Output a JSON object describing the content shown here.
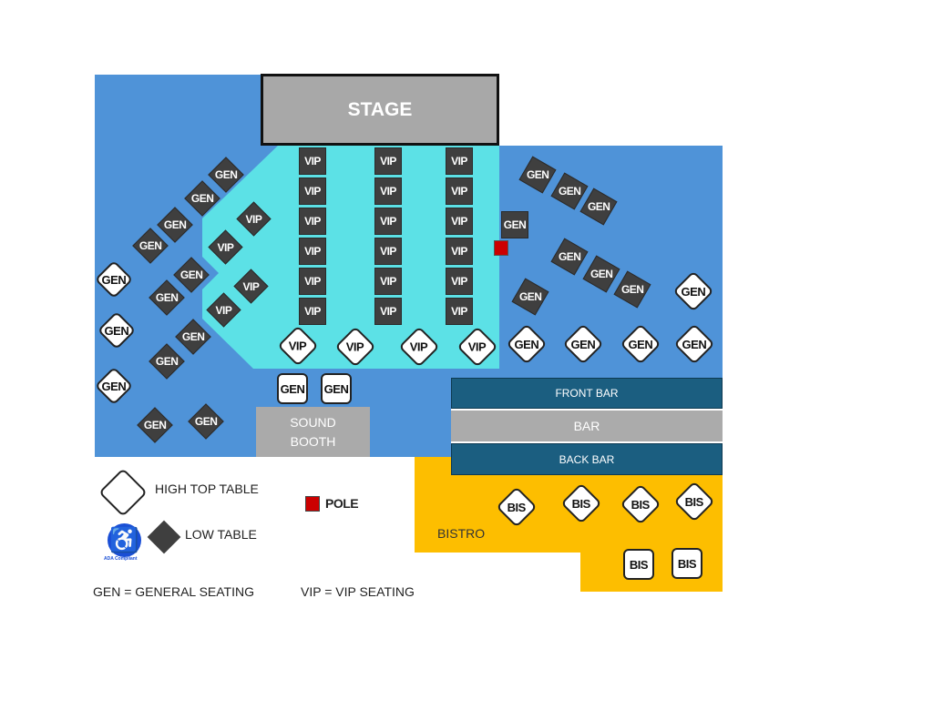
{
  "colors": {
    "floor": "#4f93d8",
    "vip_area": "#5ce1e6",
    "stage": "#a8a8a8",
    "bar_dark": "#1b5e80",
    "bar_gray": "#ababab",
    "bistro": "#fdbe00",
    "pole": "#cc0000",
    "low_table": "#3f3f3f",
    "ada": "#1a4fd6"
  },
  "areas": {
    "stage": "STAGE",
    "sound_booth": "SOUND BOOTH",
    "front_bar": "FRONT BAR",
    "bar": "BAR",
    "back_bar": "BACK BAR",
    "bistro": "BISTRO"
  },
  "tables": [
    {
      "label": "VIP",
      "type": "low"
    },
    {
      "label": "VIP",
      "type": "low"
    },
    {
      "label": "VIP",
      "type": "low"
    },
    {
      "label": "VIP",
      "type": "low"
    },
    {
      "label": "VIP",
      "type": "low"
    },
    {
      "label": "VIP",
      "type": "low"
    },
    {
      "label": "VIP",
      "type": "low"
    },
    {
      "label": "VIP",
      "type": "low"
    },
    {
      "label": "VIP",
      "type": "low"
    },
    {
      "label": "VIP",
      "type": "low"
    },
    {
      "label": "VIP",
      "type": "low"
    },
    {
      "label": "VIP",
      "type": "low"
    },
    {
      "label": "VIP",
      "type": "low"
    },
    {
      "label": "VIP",
      "type": "low"
    },
    {
      "label": "VIP",
      "type": "low"
    },
    {
      "label": "VIP",
      "type": "low"
    },
    {
      "label": "VIP",
      "type": "low"
    },
    {
      "label": "VIP",
      "type": "low"
    },
    {
      "label": "VIP",
      "type": "low"
    },
    {
      "label": "VIP",
      "type": "low"
    },
    {
      "label": "VIP",
      "type": "low"
    },
    {
      "label": "VIP",
      "type": "low"
    },
    {
      "label": "VIP",
      "type": "high"
    },
    {
      "label": "VIP",
      "type": "high"
    },
    {
      "label": "VIP",
      "type": "high"
    },
    {
      "label": "VIP",
      "type": "high"
    },
    {
      "label": "GEN",
      "type": "low"
    },
    {
      "label": "GEN",
      "type": "low"
    },
    {
      "label": "GEN",
      "type": "low"
    },
    {
      "label": "GEN",
      "type": "low"
    },
    {
      "label": "GEN",
      "type": "low"
    },
    {
      "label": "GEN",
      "type": "low"
    },
    {
      "label": "GEN",
      "type": "low"
    },
    {
      "label": "GEN",
      "type": "low"
    },
    {
      "label": "GEN",
      "type": "low"
    },
    {
      "label": "GEN",
      "type": "low"
    },
    {
      "label": "GEN",
      "type": "high"
    },
    {
      "label": "GEN",
      "type": "high"
    },
    {
      "label": "GEN",
      "type": "high"
    },
    {
      "label": "GEN",
      "type": "high"
    },
    {
      "label": "GEN",
      "type": "high"
    },
    {
      "label": "GEN",
      "type": "low"
    },
    {
      "label": "GEN",
      "type": "low"
    },
    {
      "label": "GEN",
      "type": "low"
    },
    {
      "label": "GEN",
      "type": "low"
    },
    {
      "label": "GEN",
      "type": "low"
    },
    {
      "label": "GEN",
      "type": "low"
    },
    {
      "label": "GEN",
      "type": "low"
    },
    {
      "label": "GEN",
      "type": "low"
    },
    {
      "label": "GEN",
      "type": "high"
    },
    {
      "label": "GEN",
      "type": "high"
    },
    {
      "label": "GEN",
      "type": "high"
    },
    {
      "label": "GEN",
      "type": "high"
    },
    {
      "label": "GEN",
      "type": "high"
    },
    {
      "label": "BIS",
      "type": "high"
    },
    {
      "label": "BIS",
      "type": "high"
    },
    {
      "label": "BIS",
      "type": "high"
    },
    {
      "label": "BIS",
      "type": "high"
    },
    {
      "label": "BIS",
      "type": "high"
    },
    {
      "label": "BIS",
      "type": "high"
    }
  ],
  "legend": {
    "high_top": "HIGH TOP TABLE",
    "low": "LOW TABLE",
    "pole": "POLE",
    "ada": "ADA Compliant",
    "gen": "GEN = GENERAL SEATING",
    "vip": "VIP = VIP SEATING"
  }
}
